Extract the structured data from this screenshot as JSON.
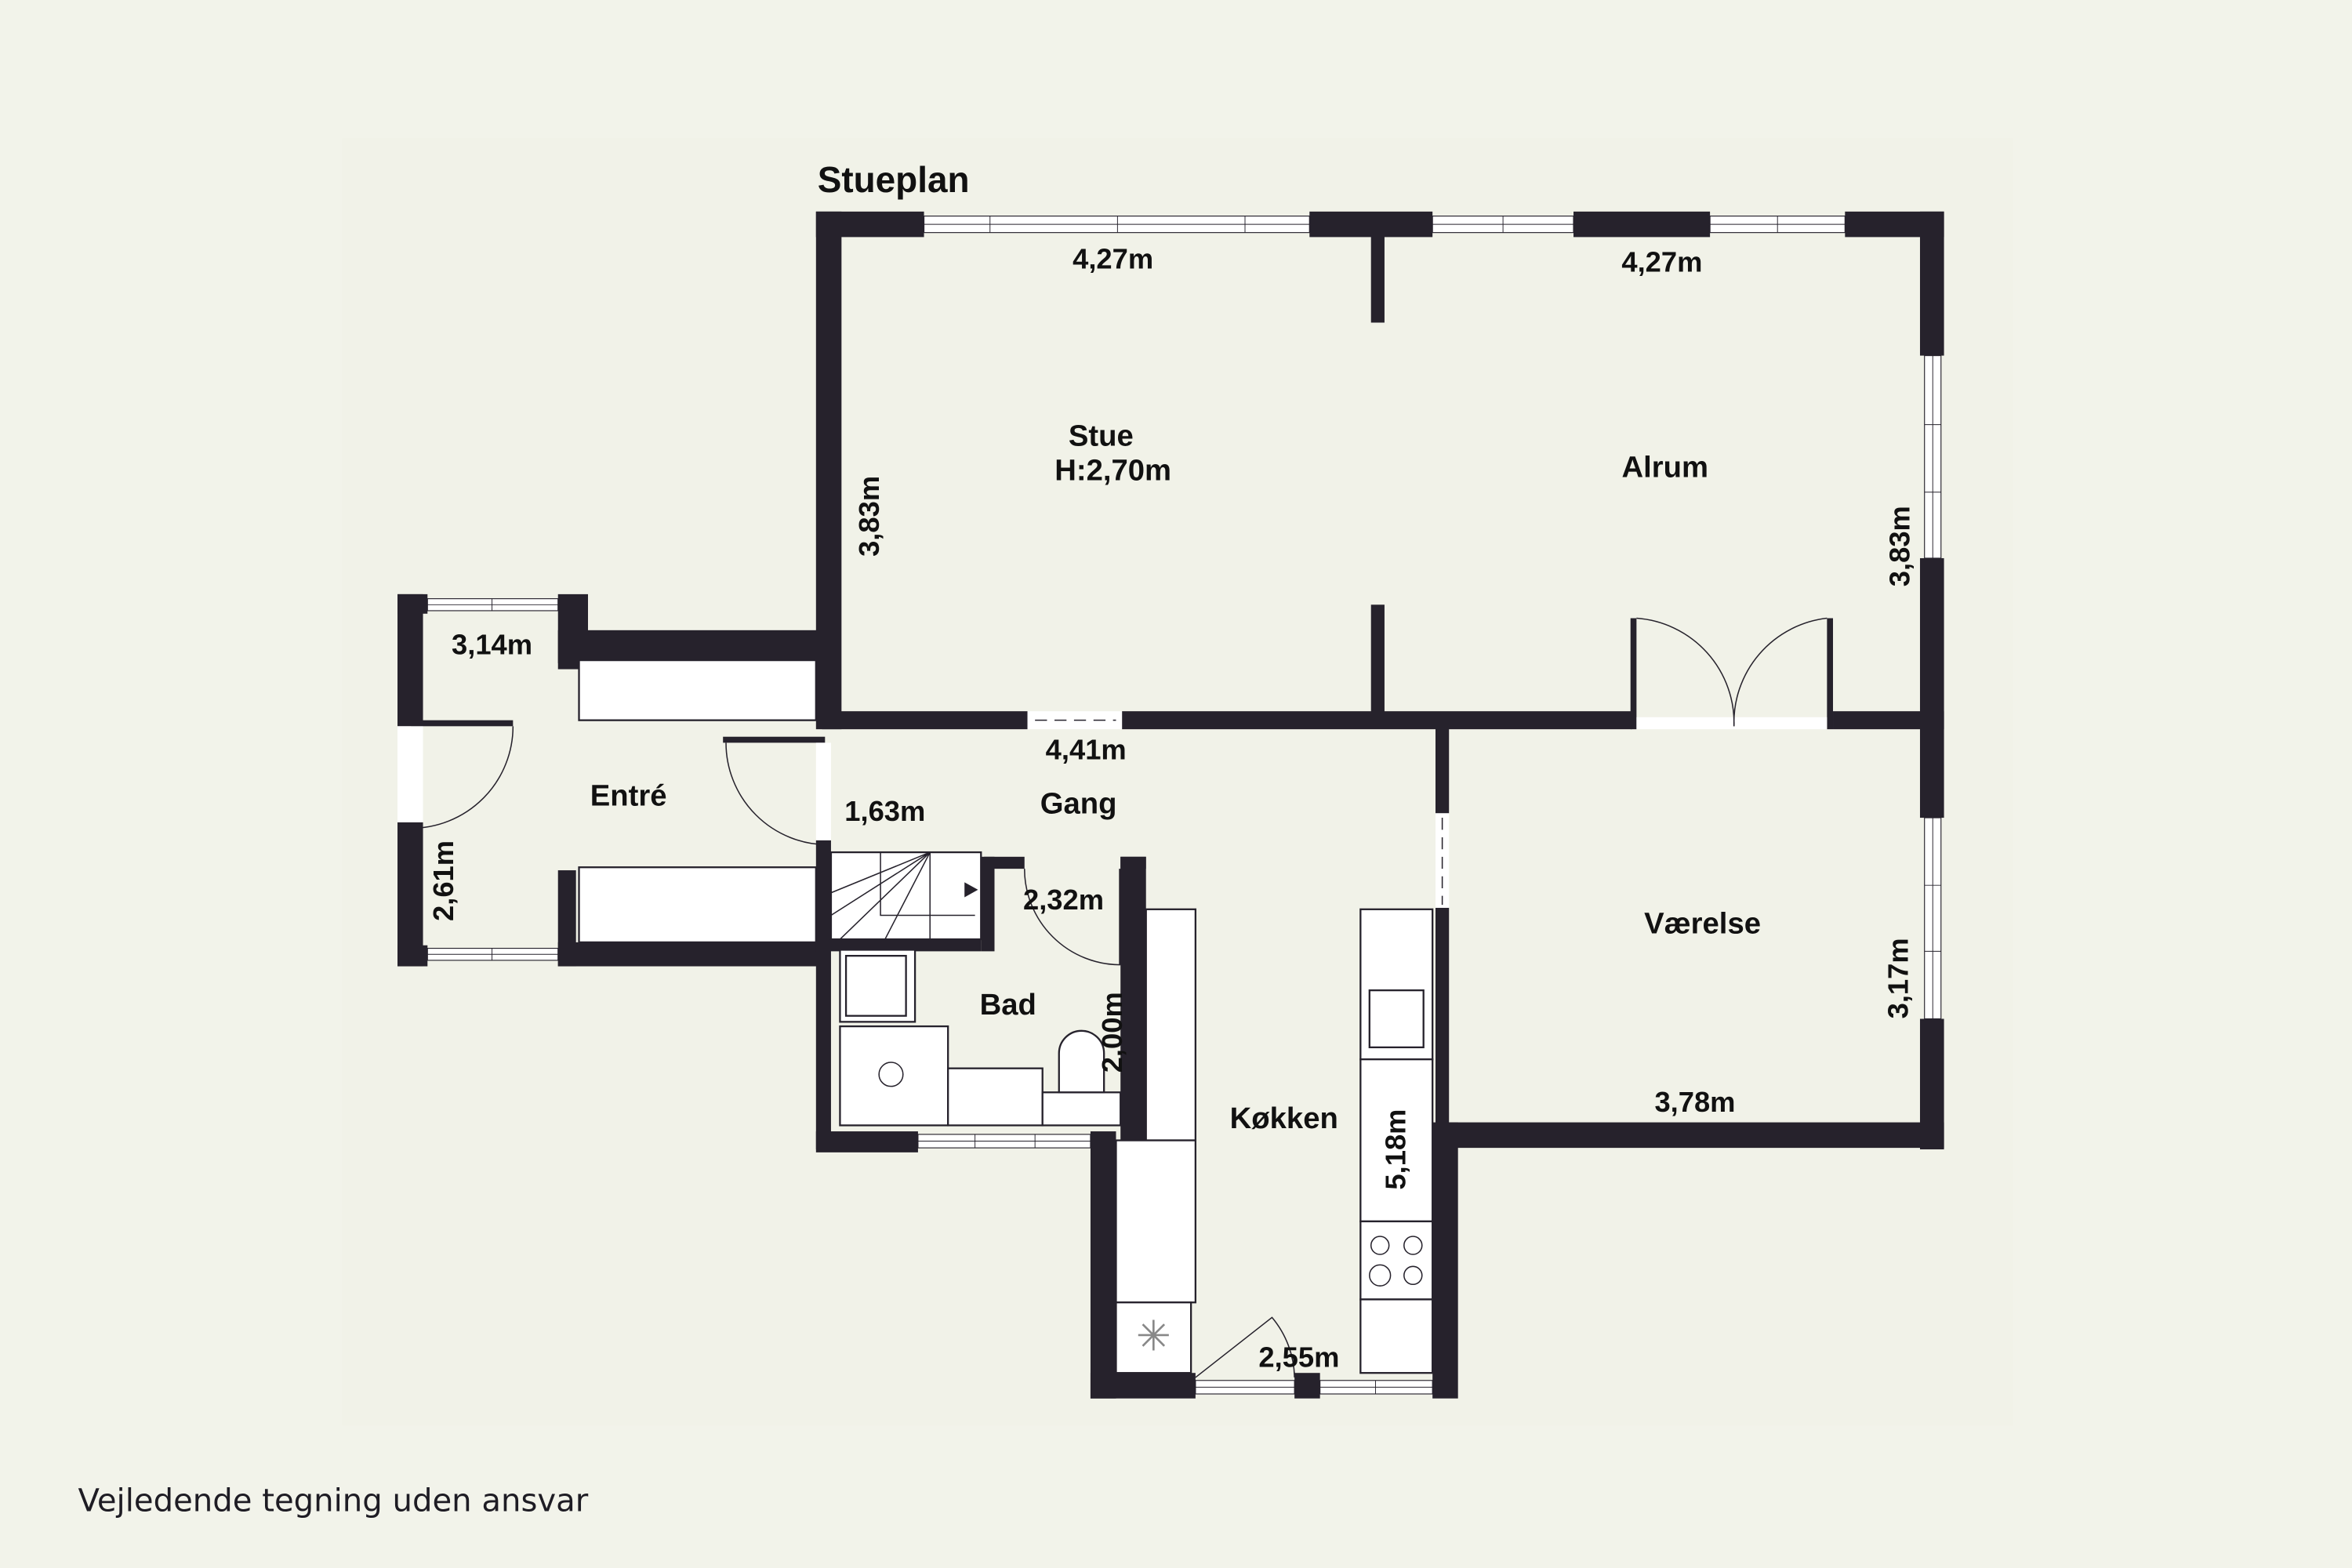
{
  "plan": {
    "title": "Stueplan",
    "disclaimer": "Vejledende tegning uden ansvar",
    "colors": {
      "background": "#f2f3ea",
      "wall": "#26222c",
      "fixture": "#ffffff"
    },
    "rooms": {
      "stue": {
        "name": "Stue",
        "height": "H:2,70m",
        "width": "4,27m",
        "depth": "3,83m"
      },
      "alrum": {
        "name": "Alrum",
        "width": "4,27m",
        "depth": "3,83m"
      },
      "entre": {
        "name": "Entré",
        "width": "3,14m",
        "depth": "2,61m"
      },
      "gang": {
        "name": "Gang",
        "width": "4,41m",
        "depth": "1,63m"
      },
      "bad": {
        "name": "Bad",
        "width": "2,32m",
        "depth": "2,00m"
      },
      "kokken": {
        "name": "Køkken",
        "width": "2,55m",
        "depth": "5,18m"
      },
      "vaerelse": {
        "name": "Værelse",
        "width": "3,78m",
        "depth": "3,17m"
      }
    }
  }
}
